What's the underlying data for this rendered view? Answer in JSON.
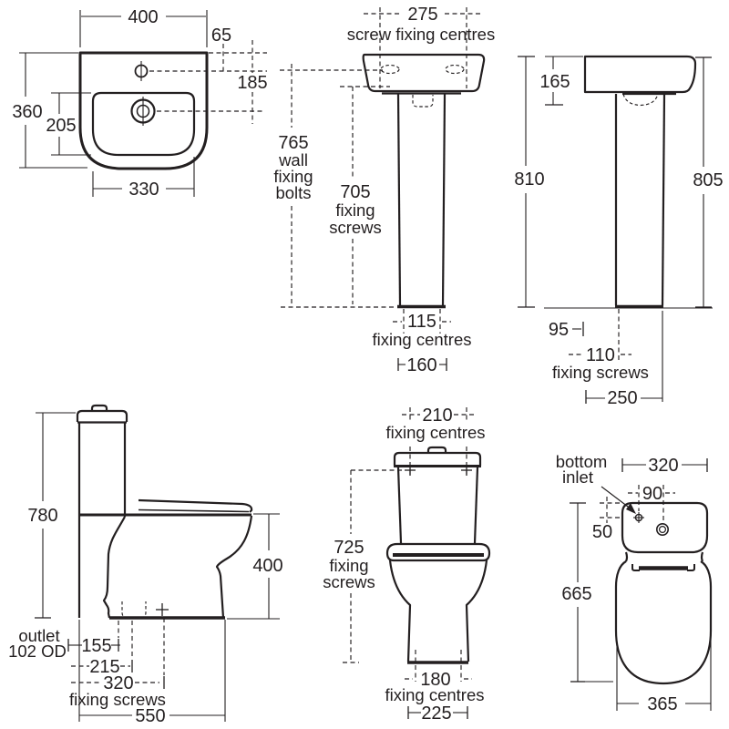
{
  "colors": {
    "background": "#ffffff",
    "ink": "#231f20"
  },
  "views": {
    "basin_plan": {
      "dims": {
        "width": "400",
        "tap_hole_offset": "65",
        "drain_offset": "185",
        "depth": "360",
        "bowl_depth": "205",
        "bowl_width": "330"
      }
    },
    "basin_pedestal_front": {
      "dims": {
        "screw_centres": "275",
        "screw_centres_label": "screw fixing centres",
        "wall_bolt_lines": [
          "765",
          "wall",
          "fixing",
          "bolts"
        ],
        "fixing_screw_lines": [
          "705",
          "fixing",
          "screws"
        ],
        "fixing_centres": "115",
        "fixing_centres_label": "fixing centres",
        "base_width": "160"
      }
    },
    "basin_pedestal_side": {
      "dims": {
        "basin_depth": "165",
        "height_front": "810",
        "height_back": "805",
        "wall_offset": "95",
        "screw_spacing": "110",
        "fixing_screws_label": "fixing screws",
        "base_depth": "250"
      }
    },
    "wc_side": {
      "dims": {
        "height": "780",
        "rim_height": "400",
        "outlet_lines": [
          "outlet",
          "102 OD"
        ],
        "dim_155": "155",
        "dim_215": "215",
        "dim_320": "320",
        "fixing_screws_label": "fixing screws",
        "depth": "550"
      }
    },
    "wc_front": {
      "dims": {
        "fixing_centres_top": "210",
        "fixing_centres_top_label": "fixing centres",
        "fixing_screw_lines": [
          "725",
          "fixing",
          "screws"
        ],
        "fixing_centres_bottom": "180",
        "fixing_centres_bottom_label": "fixing centres",
        "base_width": "225"
      }
    },
    "wc_plan": {
      "dims": {
        "inlet_lines": [
          "bottom",
          "inlet"
        ],
        "cistern_width": "320",
        "inlet_spacing": "90",
        "inlet_offset": "50",
        "depth": "665",
        "bowl_width": "365"
      }
    }
  }
}
